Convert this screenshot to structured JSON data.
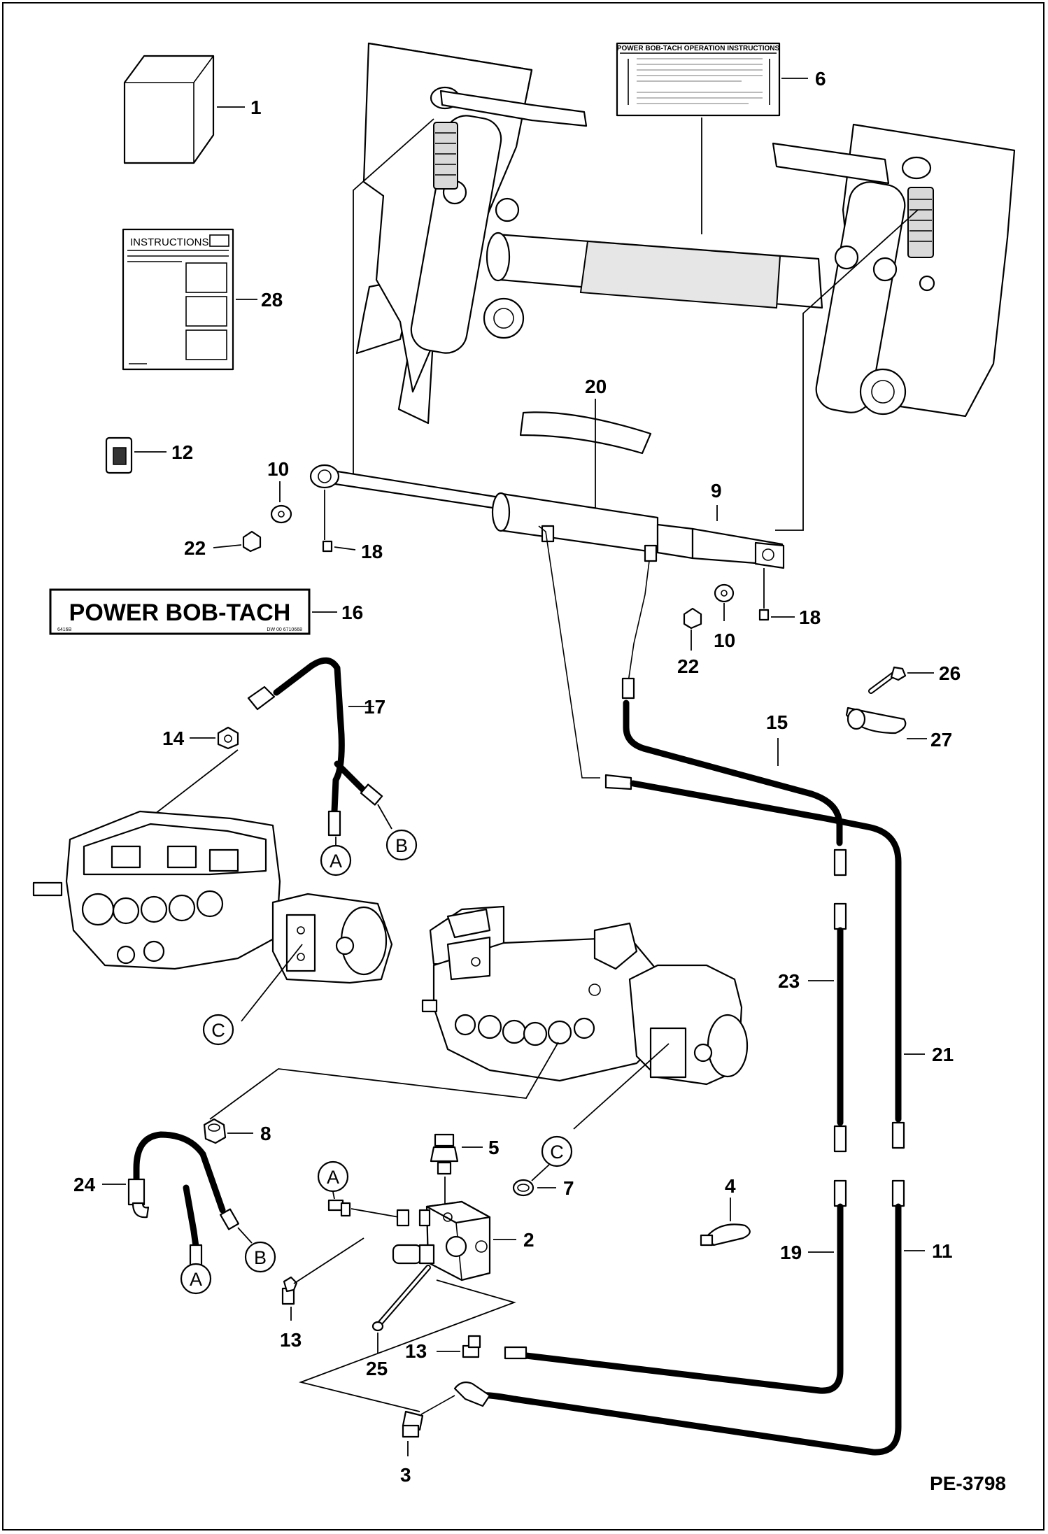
{
  "drawing_code": "PE-3798",
  "decal_title": "POWER BOB-TACH",
  "decal_small_left": "6416B",
  "decal_small_right": "DW 00  6710668",
  "instruction_sheet_header": "INSTRUCTIONS",
  "operation_decal_title": "POWER BOB-TACH OPERATION INSTRUCTIONS",
  "callouts": {
    "c1": "1",
    "c2": "2",
    "c3": "3",
    "c4": "4",
    "c5": "5",
    "c6": "6",
    "c7": "7",
    "c8": "8",
    "c9": "9",
    "c10a": "10",
    "c10b": "10",
    "c11": "11",
    "c12": "12",
    "c13a": "13",
    "c13b": "13",
    "c14": "14",
    "c15": "15",
    "c16": "16",
    "c17": "17",
    "c18a": "18",
    "c18b": "18",
    "c19": "19",
    "c20": "20",
    "c21": "21",
    "c22a": "22",
    "c22b": "22",
    "c23": "23",
    "c24": "24",
    "c25": "25",
    "c26": "26",
    "c27": "27",
    "c28": "28"
  },
  "connection_letters": {
    "a1": "A",
    "b1": "B",
    "c1": "C",
    "c2": "C",
    "a2": "A",
    "b2": "B",
    "a3": "A"
  }
}
